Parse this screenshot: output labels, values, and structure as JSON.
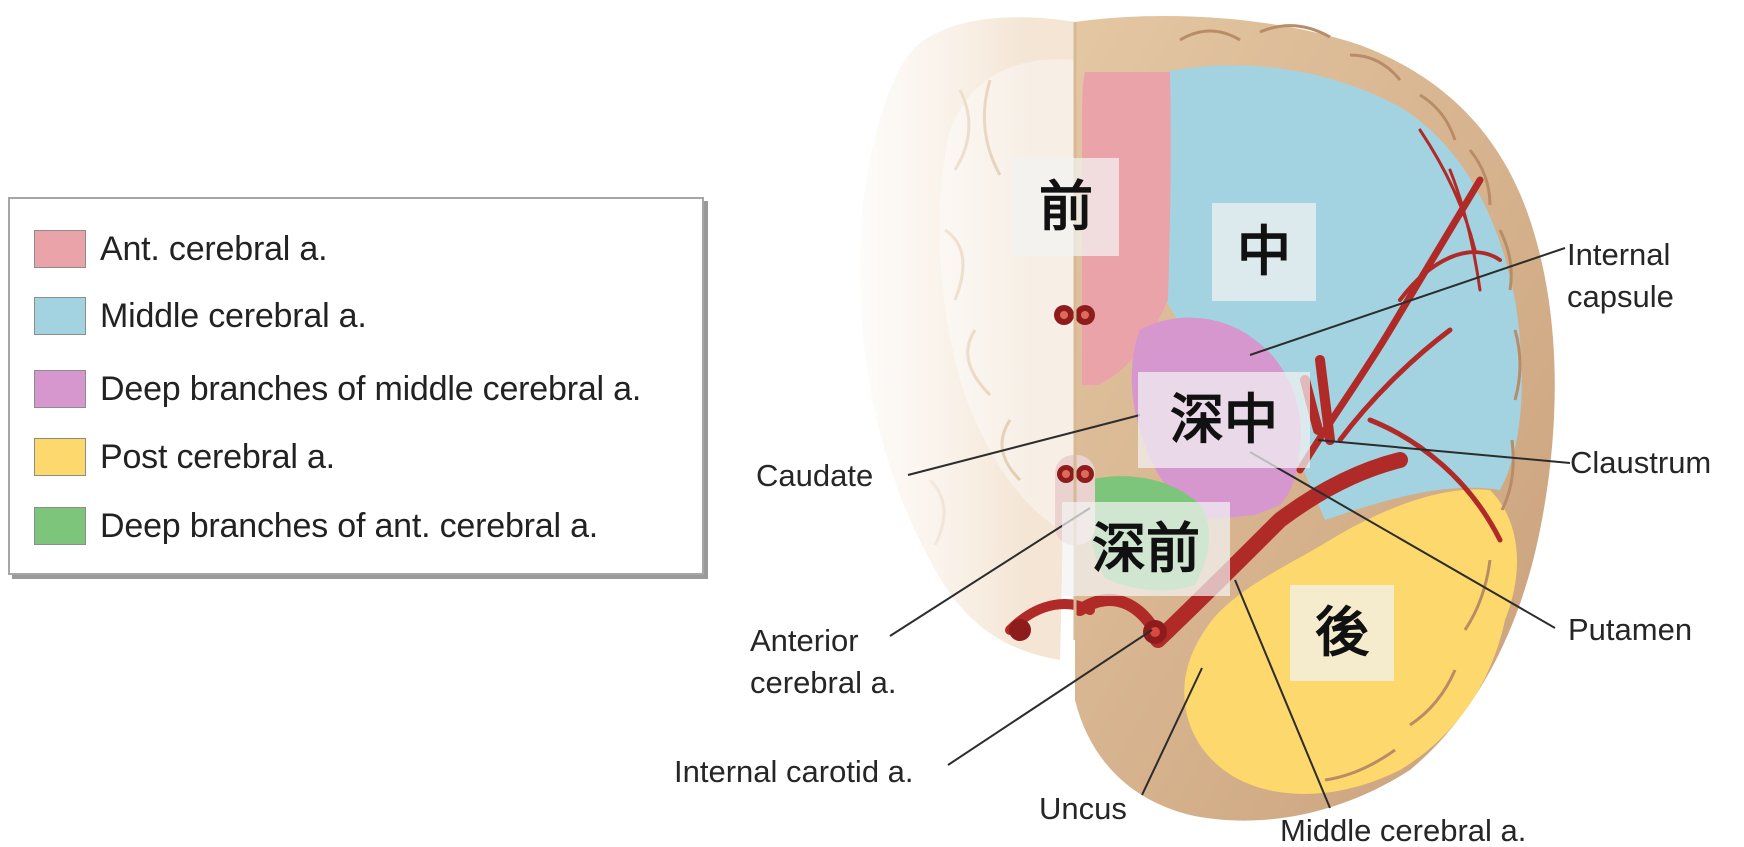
{
  "legend": {
    "items": [
      {
        "label": "Ant. cerebral a.",
        "color": "#eba3aa"
      },
      {
        "label": "Middle cerebral a.",
        "color": "#a3d3e0"
      },
      {
        "label": "Deep branches of middle cerebral a.",
        "color": "#d597cd"
      },
      {
        "label": "Post cerebral a.",
        "color": "#fcd86d"
      },
      {
        "label": "Deep branches of ant. cerebral a.",
        "color": "#7cc57a"
      }
    ]
  },
  "zones": {
    "anterior": "前",
    "middle": "中",
    "deep_middle": "深中",
    "deep_anterior": "深前",
    "posterior": "後"
  },
  "callouts": {
    "internal_capsule": [
      "Internal",
      "capsule"
    ],
    "claustrum": "Claustrum",
    "putamen": "Putamen",
    "caudate": "Caudate",
    "anterior_cerebral": [
      "Anterior",
      "cerebral a."
    ],
    "internal_carotid": "Internal carotid a.",
    "uncus": "Uncus",
    "middle_cerebral": "Middle cerebral a."
  },
  "colors": {
    "ant_cerebral": "#eba3aa",
    "middle_cerebral": "#a3d3e0",
    "deep_middle": "#d597cd",
    "post_cerebral": "#fcd86d",
    "deep_anterior": "#7cc57a",
    "cortex": "#d9b893",
    "artery": "#b02a28"
  }
}
